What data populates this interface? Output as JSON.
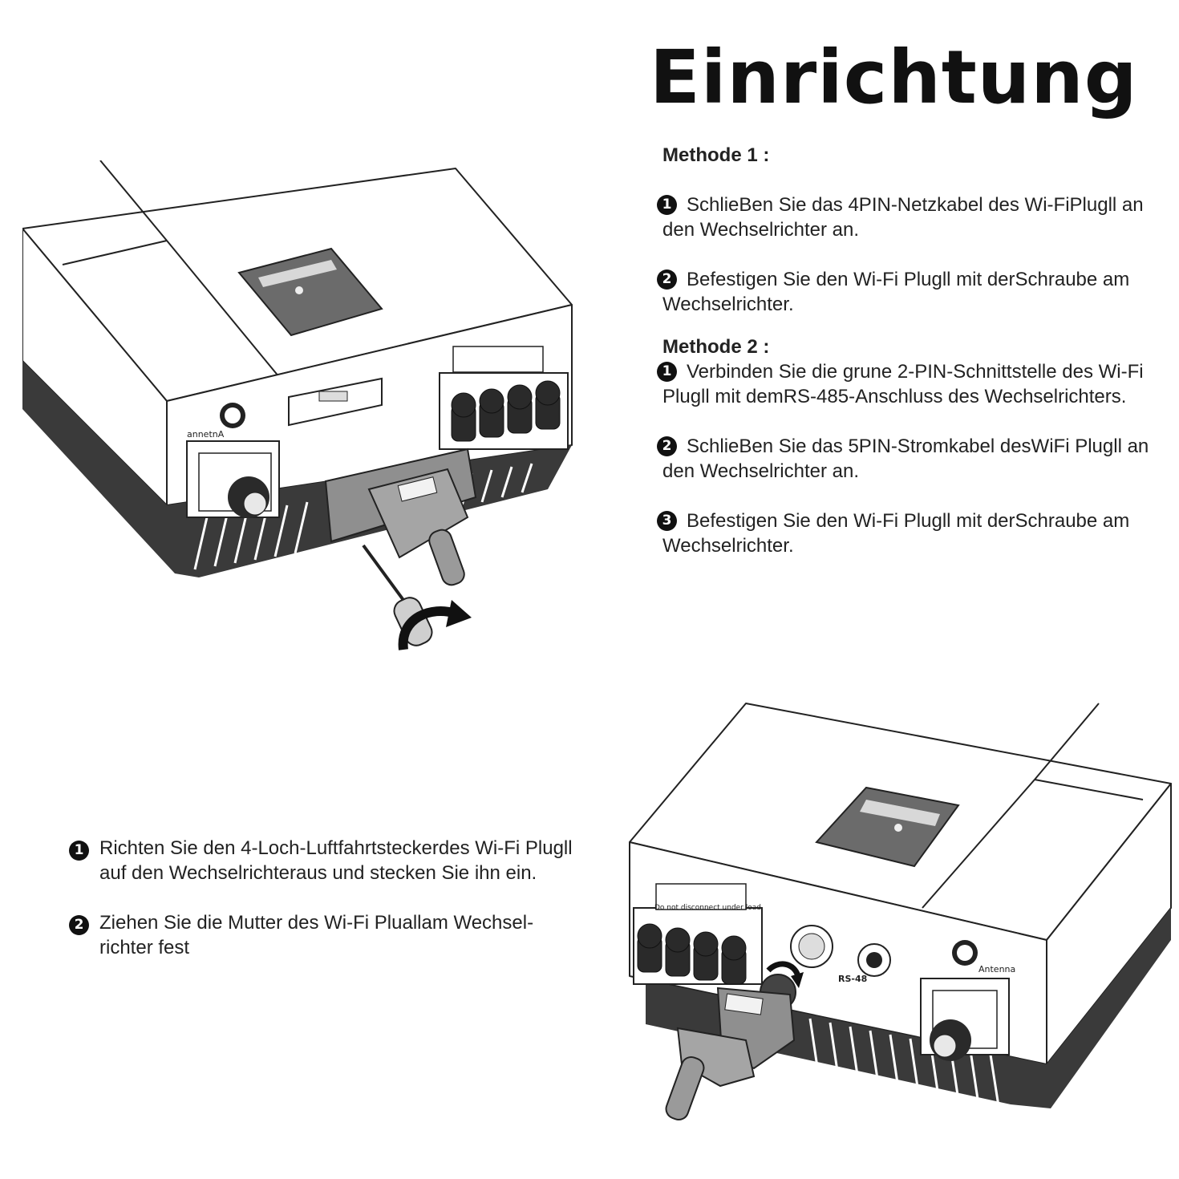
{
  "title": "Einrichtung",
  "method1": {
    "heading": "Methode 1 :",
    "steps": [
      {
        "num": "1",
        "text": "SchlieBen Sie das 4PIN-Netzkabel des Wi-FiPlugll an den Wechselrichter an."
      },
      {
        "num": "2",
        "text": "Befestigen Sie den Wi-Fi Plugll mit derSchraube am Wechselrichter."
      }
    ]
  },
  "method2": {
    "heading": "Methode 2 :",
    "steps": [
      {
        "num": "1",
        "text": "Verbinden Sie die grune 2-PIN-Schnittstelle des Wi-Fi Plugll mit demRS-485-Anschluss des Wechselrichters."
      },
      {
        "num": "2",
        "text": "SchlieBen Sie das 5PIN-Stromkabel desWiFi Plugll an den Wechselrichter an."
      },
      {
        "num": "3",
        "text": "Befestigen Sie den Wi-Fi Plugll mit derSchraube am Wechselrichter."
      }
    ]
  },
  "aviation": {
    "steps": [
      {
        "num": "1",
        "text": "Richten Sie den 4-Loch-Luftfahrtsteckerdes Wi-Fi Plugll auf den Wechselrichteraus und stecken Sie ihn ein."
      },
      {
        "num": "2",
        "text": "Ziehen Sie die Mutter des Wi-Fi Pluallam Wechsel-richter fest"
      }
    ]
  },
  "labels": {
    "antenna": "Antenna",
    "antenna_mirrored": "annetnA",
    "rs485": "RS-48",
    "warning_text": "Do not disconnect under load"
  },
  "colors": {
    "housing": "#ffffff",
    "outline": "#222222",
    "heatsink": "#3a3a3a",
    "display": "#6b6b6b",
    "plug": "#8f8f8f",
    "plug_dark": "#5c5c5c"
  },
  "icons": [
    "antenna-icon",
    "rotate-arrow-icon",
    "screwdriver-icon"
  ]
}
